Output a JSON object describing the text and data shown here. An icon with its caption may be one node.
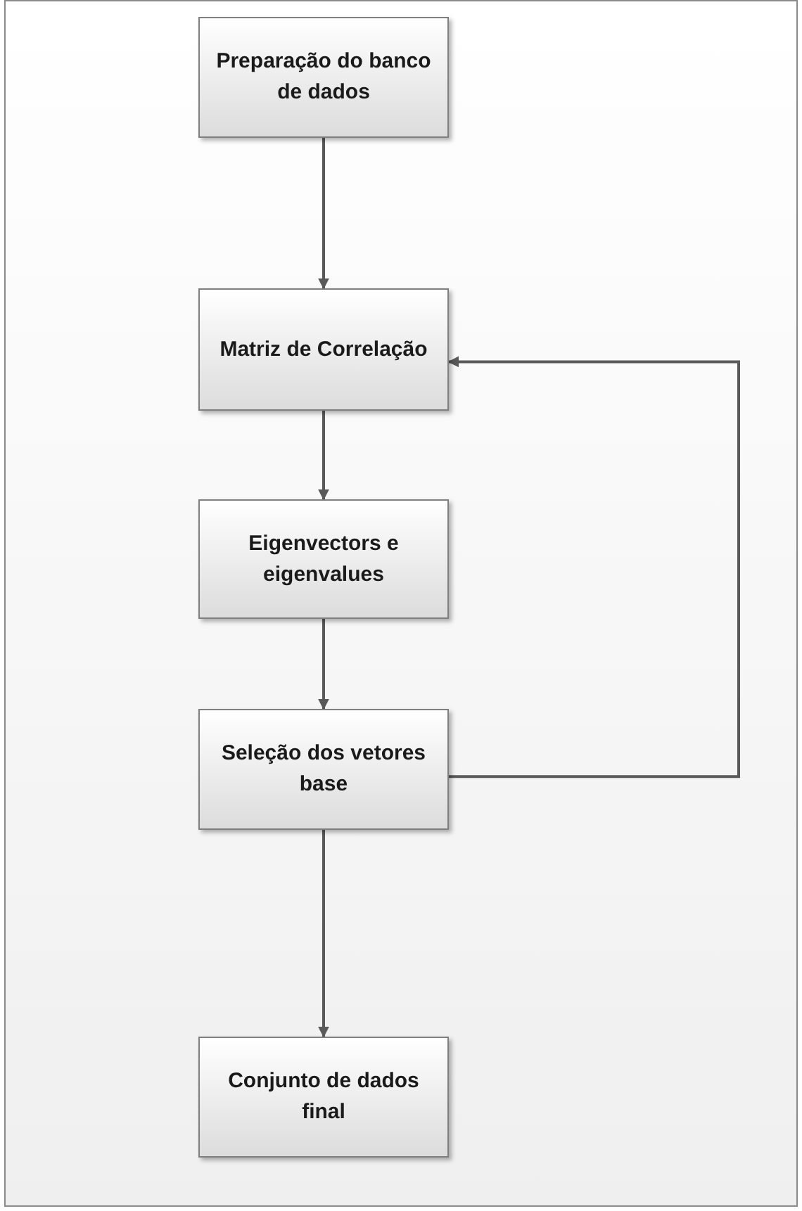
{
  "diagram": {
    "nodes": [
      {
        "text": [
          "Preparação do banco de dados"
        ]
      },
      {
        "text": [
          "Matriz de Correlação"
        ]
      },
      {
        "text": [
          "Eigenvectors e eigenvalues"
        ]
      },
      {
        "text": [
          "Seleção dos vetores base"
        ]
      },
      {
        "text": [
          "Conjunto de dados final"
        ]
      }
    ],
    "edges": [
      {
        "from": 0,
        "to": 1,
        "arrow": "to"
      },
      {
        "from": 1,
        "to": 2,
        "arrow": "to"
      },
      {
        "from": 2,
        "to": 3,
        "arrow": "to"
      },
      {
        "from": 3,
        "to": 1,
        "arrow": "to"
      },
      {
        "from": 3,
        "to": 4,
        "arrow": "to"
      }
    ]
  }
}
